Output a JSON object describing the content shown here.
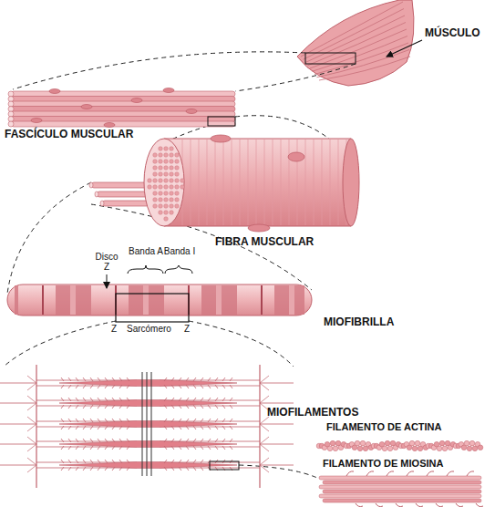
{
  "diagram": {
    "labels": [
      "MÚSCULO",
      "FASCÍCULO MUSCULAR",
      "Disco Z",
      "Banda A",
      "Banda I",
      "FIBRA MUSCULAR",
      "Z",
      "Sarcómero",
      "Z",
      "MIOFIBRILLA",
      "MIOFILAMENTOS",
      "FILAMENTO DE ACTINA",
      "FILAMENTO DE MIOSINA"
    ]
  }
}
